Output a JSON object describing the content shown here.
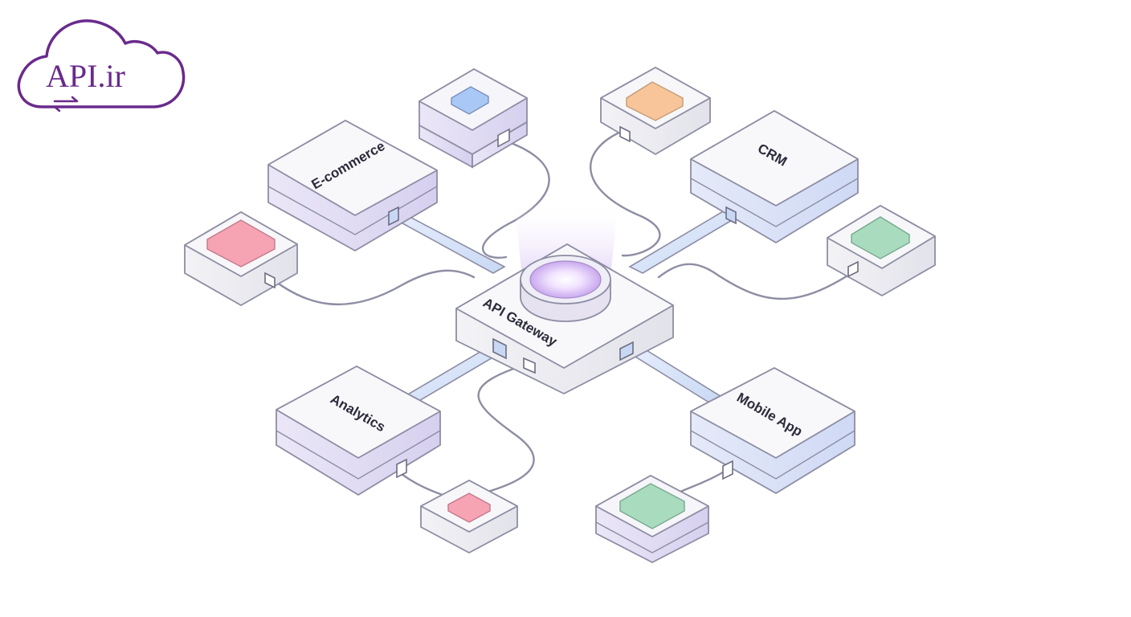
{
  "logo": {
    "text": "API.ir",
    "icon": "sync-arrows-icon"
  },
  "gateway": {
    "label": "API Gateway"
  },
  "services": {
    "ecommerce": {
      "label": "E-commerce"
    },
    "crm": {
      "label": "CRM"
    },
    "analytics": {
      "label": "Analytics"
    },
    "mobile": {
      "label": "Mobile App"
    }
  },
  "colors": {
    "brand": "#6a2a8c",
    "pink": "#f6a3b3",
    "blue": "#a9c8f5",
    "orange": "#f8c59a",
    "green": "#a9dcbf",
    "lavender": "#d9d3f0",
    "periwinkle": "#d3dcf6"
  }
}
